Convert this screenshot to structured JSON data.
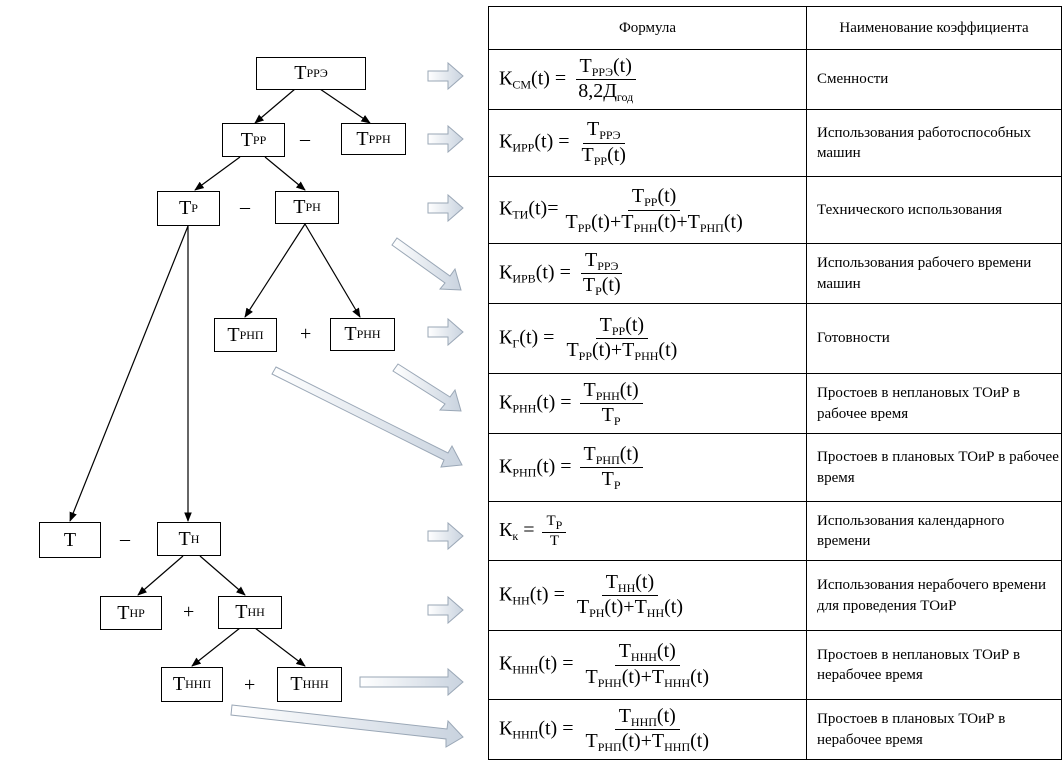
{
  "header": {
    "formula": "Формула",
    "name": "Наименование коэффициента"
  },
  "nodes": {
    "trre": "ТРРЭ",
    "trr": "ТРР",
    "trrn": "ТРРН",
    "tr": "ТР",
    "trn": "ТРН",
    "trnp": "ТРНП",
    "trnn": "ТРНН",
    "t": "Т",
    "tn": "ТН",
    "tnr": "ТНР",
    "tnn": "ТНН",
    "tnnp": "ТННП",
    "tnnn": "ТННН"
  },
  "operators": {
    "minus": "–",
    "plus": "+"
  },
  "rows": [
    {
      "name": "Сменности"
    },
    {
      "name": "Использования работоспособных машин"
    },
    {
      "name": "Технического использования"
    },
    {
      "name": "Использования рабочего времени машин"
    },
    {
      "name": "Готовности"
    },
    {
      "name": "Простоев в неплановых ТОиР в рабочее время"
    },
    {
      "name": "Простоев в плановых ТОиР в рабочее время"
    },
    {
      "name": "Использования календарного времени"
    },
    {
      "name": "Использования нерабочего времени для проведения ТОиР"
    },
    {
      "name": "Простоев в неплановых ТОиР в нерабочее время"
    },
    {
      "name": "Простоев в плановых ТОиР в нерабочее время"
    }
  ]
}
